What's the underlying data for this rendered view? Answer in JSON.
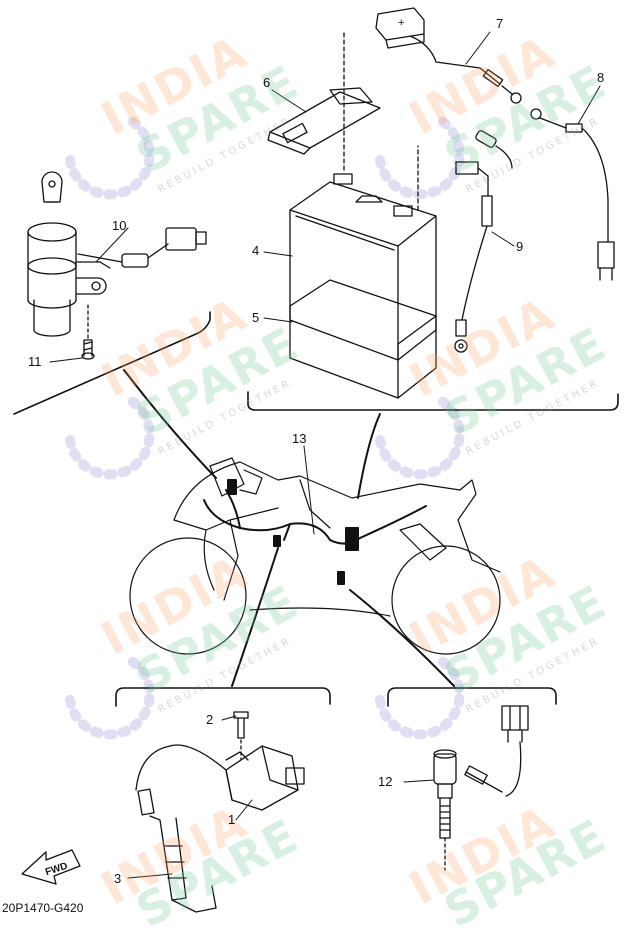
{
  "watermark": {
    "line1": "INDIA",
    "line2": "SPARE",
    "tagline": "REBUILD TOGETHER"
  },
  "fwd_label": "FWD",
  "diagram_code": "20P1470-G420",
  "battery_plus_symbol": "+",
  "callouts": [
    {
      "id": "1",
      "label": "1"
    },
    {
      "id": "2",
      "label": "2"
    },
    {
      "id": "3",
      "label": "3"
    },
    {
      "id": "4",
      "label": "4"
    },
    {
      "id": "5",
      "label": "5"
    },
    {
      "id": "6",
      "label": "6"
    },
    {
      "id": "7",
      "label": "7"
    },
    {
      "id": "8",
      "label": "8"
    },
    {
      "id": "9",
      "label": "9"
    },
    {
      "id": "10",
      "label": "10"
    },
    {
      "id": "11",
      "label": "11"
    },
    {
      "id": "12",
      "label": "12"
    },
    {
      "id": "13",
      "label": "13"
    }
  ],
  "colors": {
    "line": "#111111",
    "watermark_orange": "#f5a05a",
    "watermark_green": "#6ec896",
    "watermark_icon": "#b9b6e0"
  }
}
